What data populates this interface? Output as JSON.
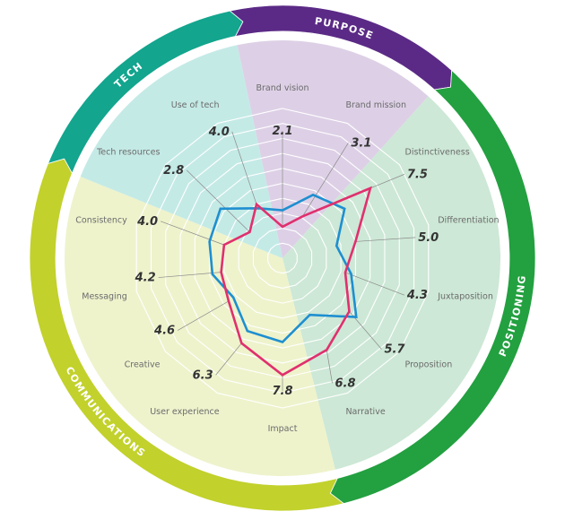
{
  "chart_data": {
    "type": "radar",
    "title": "",
    "scale": {
      "min": 0,
      "max": 10,
      "rings": 10
    },
    "axes": [
      "Brand vision",
      "Brand mission",
      "Distinctiveness",
      "Differentiation",
      "Juxtaposition",
      "Proposition",
      "Narrative",
      "Impact",
      "User experience",
      "Creative",
      "Messaging",
      "Consistency",
      "Tech resources",
      "Use of tech"
    ],
    "series": [
      {
        "name": "Pink series",
        "color": "#e0306e",
        "values": [
          2.1,
          3.1,
          7.5,
          5.0,
          4.3,
          5.7,
          6.8,
          7.8,
          6.3,
          4.6,
          4.2,
          4.0,
          2.8,
          4.0
        ],
        "labeled": true
      },
      {
        "name": "Blue series",
        "color": "#1e8fd0",
        "values": [
          3.2,
          4.7,
          5.3,
          3.7,
          4.7,
          6.3,
          4.2,
          5.6,
          5.4,
          4.2,
          4.8,
          5.0,
          5.3,
          3.7
        ],
        "labeled": false
      }
    ],
    "value_labels": [
      "2.1",
      "3.1",
      "7.5",
      "5.0",
      "4.3",
      "5.7",
      "6.8",
      "7.8",
      "6.3",
      "4.6",
      "4.2",
      "4.0",
      "2.8",
      "4.0"
    ],
    "categories": [
      {
        "name": "PURPOSE",
        "ring_color": "#5b2a86",
        "sector_color": "#ddd0e6",
        "start_deg": -12,
        "end_deg": 42
      },
      {
        "name": "POSITIONING",
        "ring_color": "#23a040",
        "sector_color": "#cde8d6",
        "start_deg": 42,
        "end_deg": 166
      },
      {
        "name": "COMMUNICATIONS",
        "ring_color": "#c2d12c",
        "sector_color": "#eef3cc",
        "start_deg": 166,
        "end_deg": 292
      },
      {
        "name": "TECH",
        "ring_color": "#13a58e",
        "sector_color": "#c4eae6",
        "start_deg": 292,
        "end_deg": 348
      }
    ],
    "grid": true,
    "legend": null
  }
}
